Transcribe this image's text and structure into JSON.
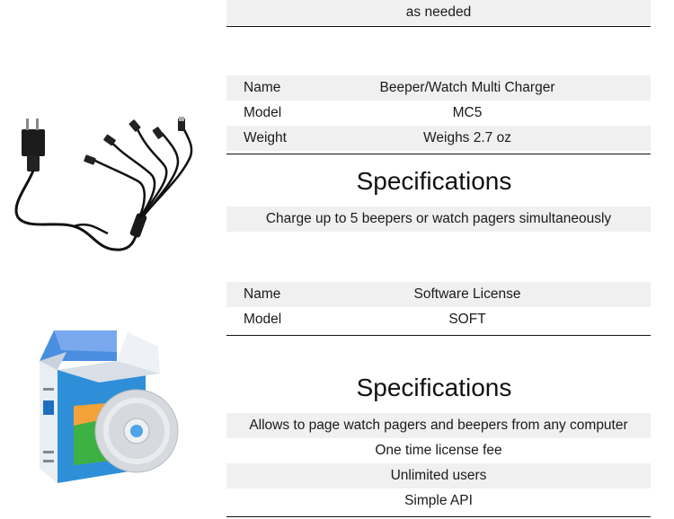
{
  "top_section": {
    "note": "as needed"
  },
  "charger": {
    "rows": [
      {
        "key": "Name",
        "value": "Beeper/Watch Multi Charger"
      },
      {
        "key": "Model",
        "value": "MC5"
      },
      {
        "key": "Weight",
        "value": "Weighs 2.7 oz"
      }
    ],
    "spec_heading": "Specifications",
    "specs": [
      "Charge up to 5 beepers or watch pagers simultaneously"
    ]
  },
  "software": {
    "rows": [
      {
        "key": "Name",
        "value": "Software License"
      },
      {
        "key": "Model",
        "value": "SOFT"
      }
    ],
    "spec_heading": "Specifications",
    "specs": [
      "Allows to page watch pagers and beepers from any computer",
      "One time license fee",
      "Unlimited users",
      "Simple API"
    ]
  },
  "images": {
    "charger_icon": "multi-charger-cable-image",
    "software_icon": "software-box-cd-image"
  }
}
